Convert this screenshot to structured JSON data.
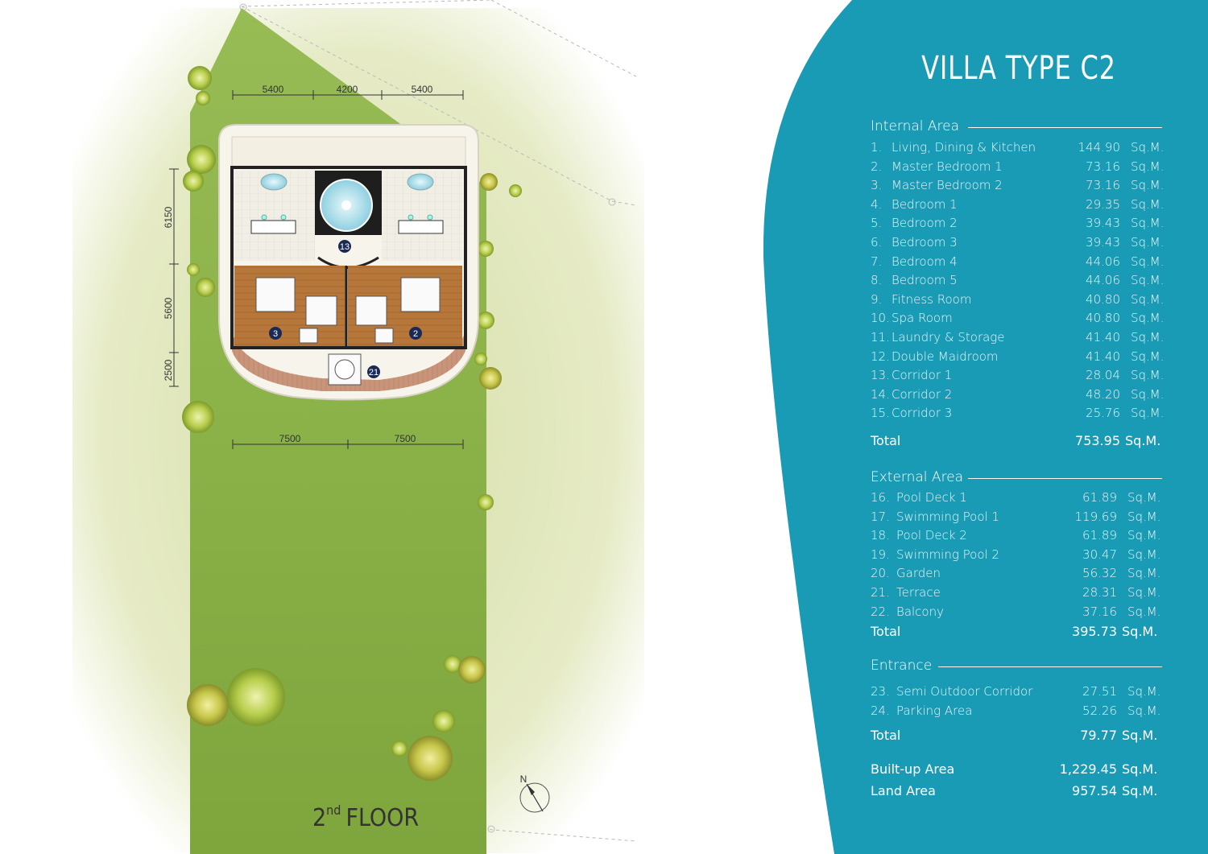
{
  "colors": {
    "panel": "#1a9bb5",
    "lawn": "#8fb44c",
    "wood": "#b8773a",
    "text_light": "#ffffff"
  },
  "title": "VILLA TYPE C2",
  "floor": {
    "number": "2",
    "suffix": "nd",
    "label": "FLOOR"
  },
  "north": "N",
  "dimensions": {
    "top": [
      "5400",
      "4200",
      "5400"
    ],
    "bottom": [
      "7500",
      "7500"
    ],
    "left": [
      "6150",
      "5600",
      "2500"
    ]
  },
  "room_tags": [
    "13",
    "3",
    "2",
    "21"
  ],
  "internal": {
    "heading": "Internal Area",
    "items": [
      {
        "num": "1.",
        "label": "Living, Dining & Kitchen",
        "value": "144.90",
        "unit": "Sq.M."
      },
      {
        "num": "2.",
        "label": "Master Bedroom 1",
        "value": "73.16",
        "unit": "Sq.M."
      },
      {
        "num": "3.",
        "label": "Master Bedroom 2",
        "value": "73.16",
        "unit": "Sq.M."
      },
      {
        "num": "4.",
        "label": "Bedroom 1",
        "value": "29.35",
        "unit": "Sq.M."
      },
      {
        "num": "5.",
        "label": "Bedroom 2",
        "value": "39.43",
        "unit": "Sq.M."
      },
      {
        "num": "6.",
        "label": "Bedroom 3",
        "value": "39.43",
        "unit": "Sq.M."
      },
      {
        "num": "7.",
        "label": "Bedroom 4",
        "value": "44.06",
        "unit": "Sq.M."
      },
      {
        "num": "8.",
        "label": "Bedroom 5",
        "value": "44.06",
        "unit": "Sq.M."
      },
      {
        "num": "9.",
        "label": "Fitness Room",
        "value": "40.80",
        "unit": "Sq.M."
      },
      {
        "num": "10.",
        "label": "Spa Room",
        "value": "40.80",
        "unit": "Sq.M."
      },
      {
        "num": "11.",
        "label": "Laundry & Storage",
        "value": "41.40",
        "unit": "Sq.M."
      },
      {
        "num": "12.",
        "label": "Double Maidroom",
        "value": "41.40",
        "unit": "Sq.M."
      },
      {
        "num": "13.",
        "label": "Corridor 1",
        "value": "28.04",
        "unit": "Sq.M."
      },
      {
        "num": "14.",
        "label": "Corridor 2",
        "value": "48.20",
        "unit": "Sq.M."
      },
      {
        "num": "15.",
        "label": "Corridor 3",
        "value": "25.76",
        "unit": "Sq.M."
      }
    ],
    "total_label": "Total",
    "total_value": "753.95",
    "total_unit": "Sq.M."
  },
  "external": {
    "heading": "External Area",
    "items": [
      {
        "num": "16.",
        "label": "Pool Deck 1",
        "value": "61.89",
        "unit": "Sq.M."
      },
      {
        "num": "17.",
        "label": "Swimming Pool 1",
        "value": "119.69",
        "unit": "Sq.M."
      },
      {
        "num": "18.",
        "label": "Pool Deck 2",
        "value": "61.89",
        "unit": "Sq.M."
      },
      {
        "num": "19.",
        "label": "Swimming Pool 2",
        "value": "30.47",
        "unit": "Sq.M."
      },
      {
        "num": "20.",
        "label": "Garden",
        "value": "56.32",
        "unit": "Sq.M."
      },
      {
        "num": "21.",
        "label": "Terrace",
        "value": "28.31",
        "unit": "Sq.M."
      },
      {
        "num": "22.",
        "label": "Balcony",
        "value": "37.16",
        "unit": "Sq.M."
      }
    ],
    "total_label": "Total",
    "total_value": "395.73",
    "total_unit": "Sq.M."
  },
  "entrance": {
    "heading": "Entrance",
    "items": [
      {
        "num": "23.",
        "label": "Semi Outdoor Corridor",
        "value": "27.51",
        "unit": "Sq.M."
      },
      {
        "num": "24.",
        "label": "Parking Area",
        "value": "52.26",
        "unit": "Sq.M."
      }
    ],
    "total_label": "Total",
    "total_value": "79.77",
    "total_unit": "Sq.M."
  },
  "summary": [
    {
      "label": "Built-up Area",
      "value": "1,229.45",
      "unit": "Sq.M."
    },
    {
      "label": "Land Area",
      "value": "957.54",
      "unit": "Sq.M."
    }
  ]
}
